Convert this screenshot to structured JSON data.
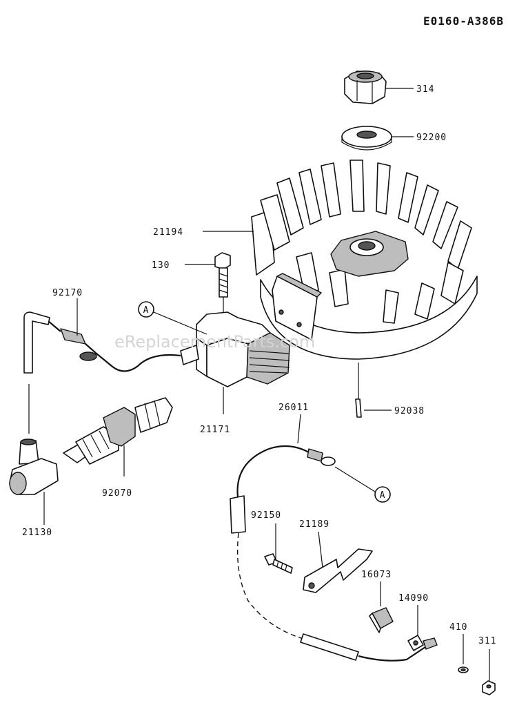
{
  "diagram_code": "E0160-A386B",
  "watermark": "eReplacementParts.com",
  "callout_marker": "A",
  "parts": [
    {
      "number": "314",
      "name": "nut"
    },
    {
      "number": "92200",
      "name": "washer"
    },
    {
      "number": "21194",
      "name": "flywheel"
    },
    {
      "number": "130",
      "name": "bolt"
    },
    {
      "number": "92170",
      "name": "clamp"
    },
    {
      "number": "21171",
      "name": "ignition-coil"
    },
    {
      "number": "92038",
      "name": "key"
    },
    {
      "number": "26011",
      "name": "wire-lead"
    },
    {
      "number": "92070",
      "name": "spark-plug"
    },
    {
      "number": "21130",
      "name": "plug-cap"
    },
    {
      "number": "92150",
      "name": "screw"
    },
    {
      "number": "21189",
      "name": "plate"
    },
    {
      "number": "16073",
      "name": "holder"
    },
    {
      "number": "14090",
      "name": "terminal"
    },
    {
      "number": "410",
      "name": "washer-small"
    },
    {
      "number": "311",
      "name": "nut-small"
    }
  ]
}
